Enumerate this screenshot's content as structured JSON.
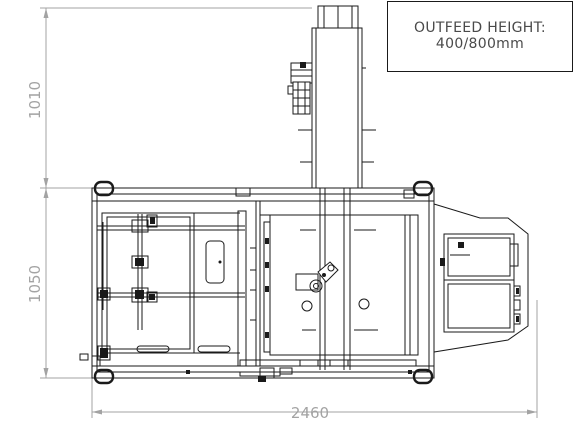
{
  "note": {
    "line1": "OUTFEED HEIGHT:",
    "line2": "400/800mm"
  },
  "dimensions": {
    "upper_vertical": "1010",
    "lower_vertical": "1050",
    "horizontal": "2460"
  },
  "colors": {
    "line": "#1a1a1a",
    "dimension": "#a3a3a3"
  }
}
